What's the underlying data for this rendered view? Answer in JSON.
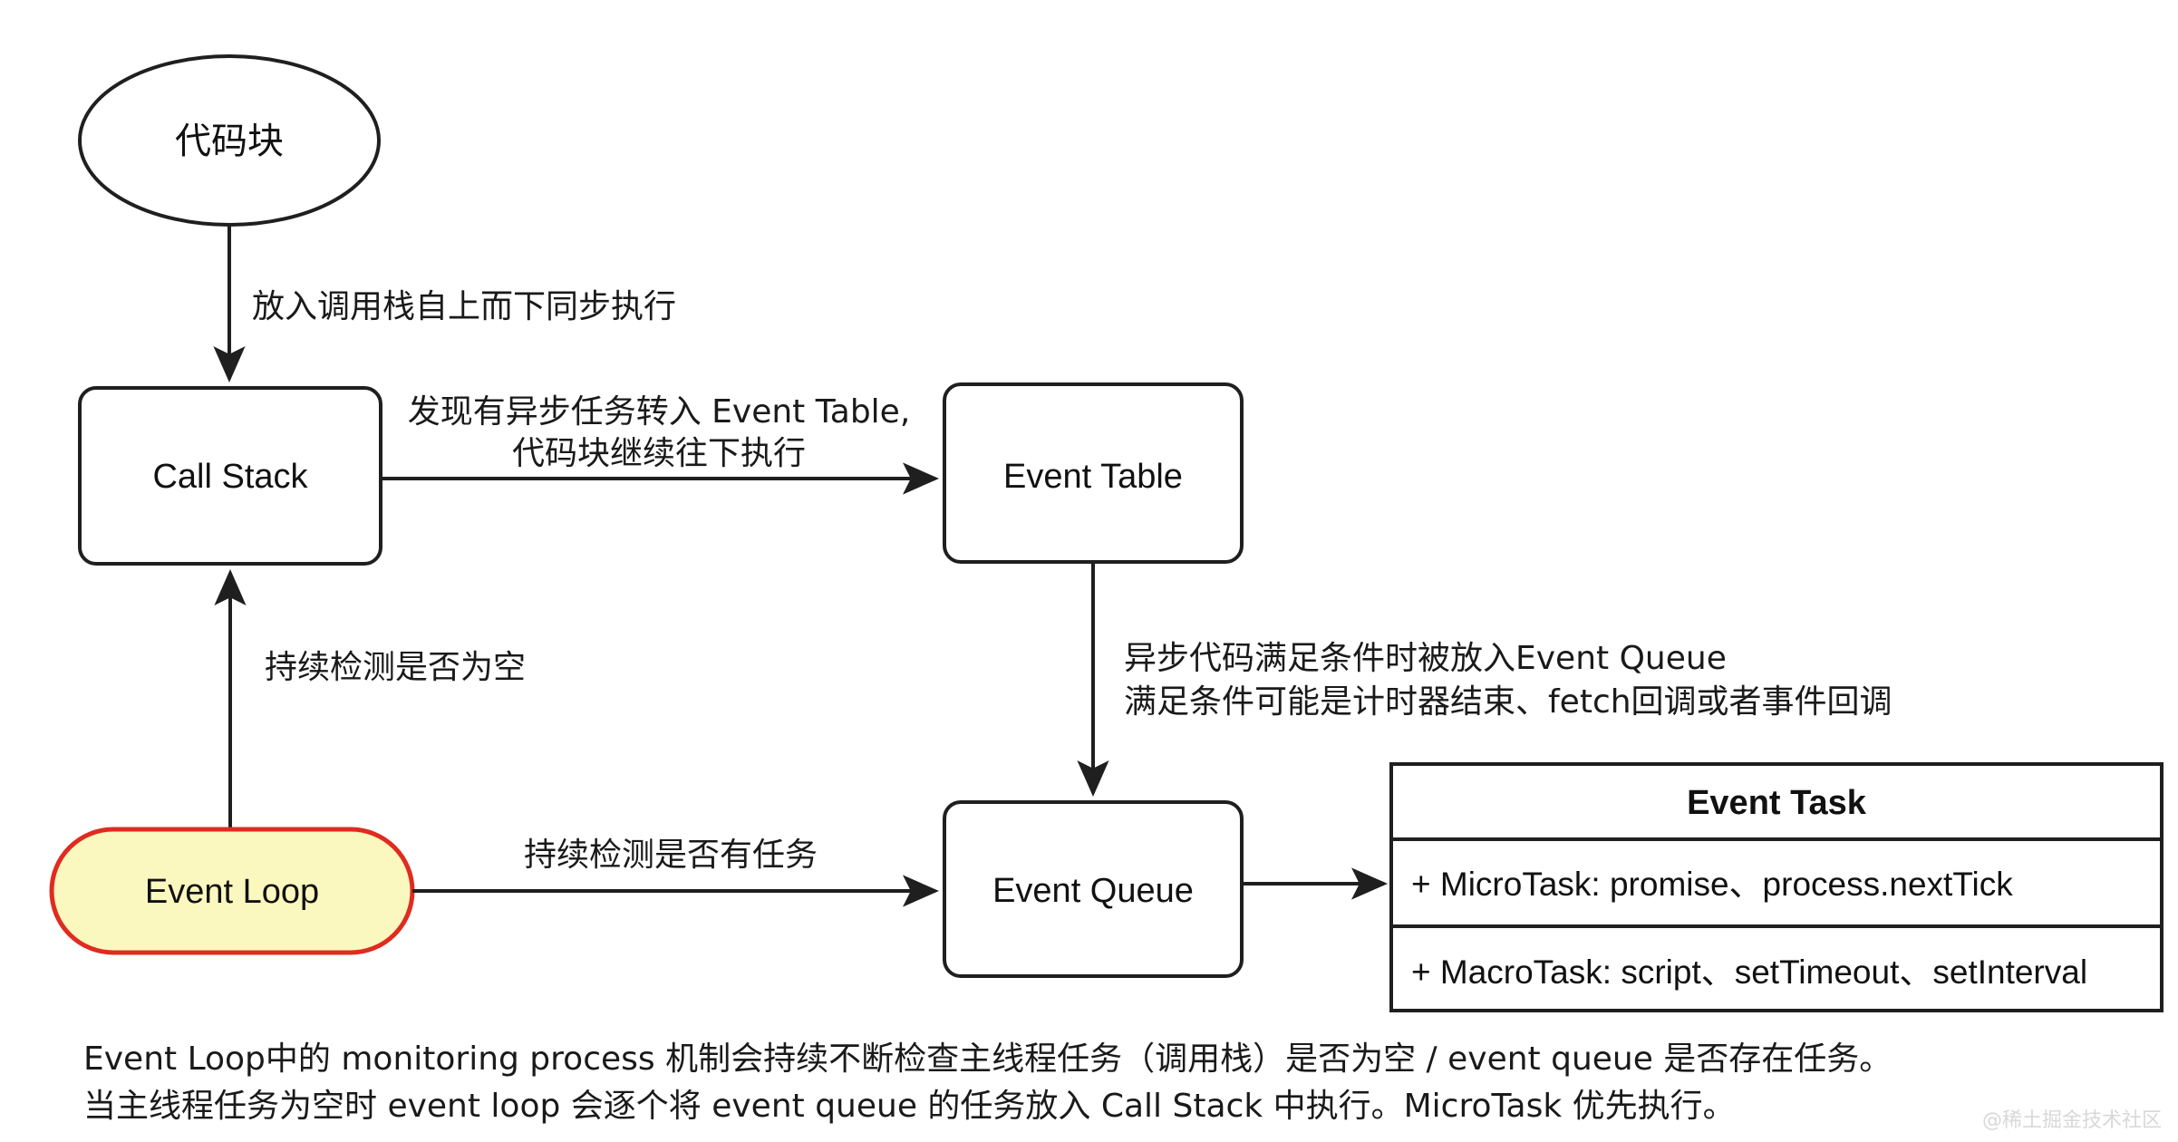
{
  "diagram": {
    "title": "JavaScript Event Loop Flow Diagram",
    "colors": {
      "stroke": "#1f1f1f",
      "node_fill": "#ffffff",
      "highlight_fill": "#fbf8bf",
      "highlight_stroke": "#e02b20",
      "text": "#1a1a1a",
      "watermark": "#d8d8d8"
    },
    "nodes": [
      {
        "id": "code-block",
        "label": "代码块",
        "shape": "ellipse"
      },
      {
        "id": "call-stack",
        "label": "Call Stack",
        "shape": "rounded-rect"
      },
      {
        "id": "event-table",
        "label": "Event Table",
        "shape": "rounded-rect"
      },
      {
        "id": "event-queue",
        "label": "Event Queue",
        "shape": "rounded-rect"
      },
      {
        "id": "event-loop",
        "label": "Event Loop",
        "shape": "pill",
        "highlighted": true
      }
    ],
    "edges": [
      {
        "id": "code-block-to-call-stack",
        "from": "code-block",
        "to": "call-stack",
        "label_lines": [
          "放入调用栈自上而下同步执行"
        ]
      },
      {
        "id": "call-stack-to-event-table",
        "from": "call-stack",
        "to": "event-table",
        "label_lines": [
          "发现有异步任务转入 Event Table,",
          "代码块继续往下执行"
        ]
      },
      {
        "id": "event-table-to-event-queue",
        "from": "event-table",
        "to": "event-queue",
        "label_lines": [
          "异步代码满足条件时被放入Event Queue",
          "满足条件可能是计时器结束、fetch回调或者事件回调"
        ]
      },
      {
        "id": "event-loop-to-call-stack",
        "from": "event-loop",
        "to": "call-stack",
        "label_lines": [
          "持续检测是否为空"
        ]
      },
      {
        "id": "event-loop-to-event-queue",
        "from": "event-loop",
        "to": "event-queue",
        "label_lines": [
          "持续检测是否有任务"
        ]
      },
      {
        "id": "event-queue-to-event-task",
        "from": "event-queue",
        "to": "event-task-table",
        "label_lines": []
      }
    ],
    "event_task_table": {
      "title": "Event Task",
      "rows": [
        "+ MicroTask: promise、process.nextTick",
        "+ MacroTask: script、setTimeout、setInterval"
      ]
    },
    "caption_lines": [
      "Event Loop中的 monitoring process 机制会持续不断检查主线程任务（调用栈）是否为空 / event queue 是否存在任务。",
      "当主线程任务为空时 event loop 会逐个将 event queue 的任务放入 Call Stack 中执行。MicroTask 优先执行。"
    ],
    "watermark": "@稀土掘金技术社区"
  }
}
